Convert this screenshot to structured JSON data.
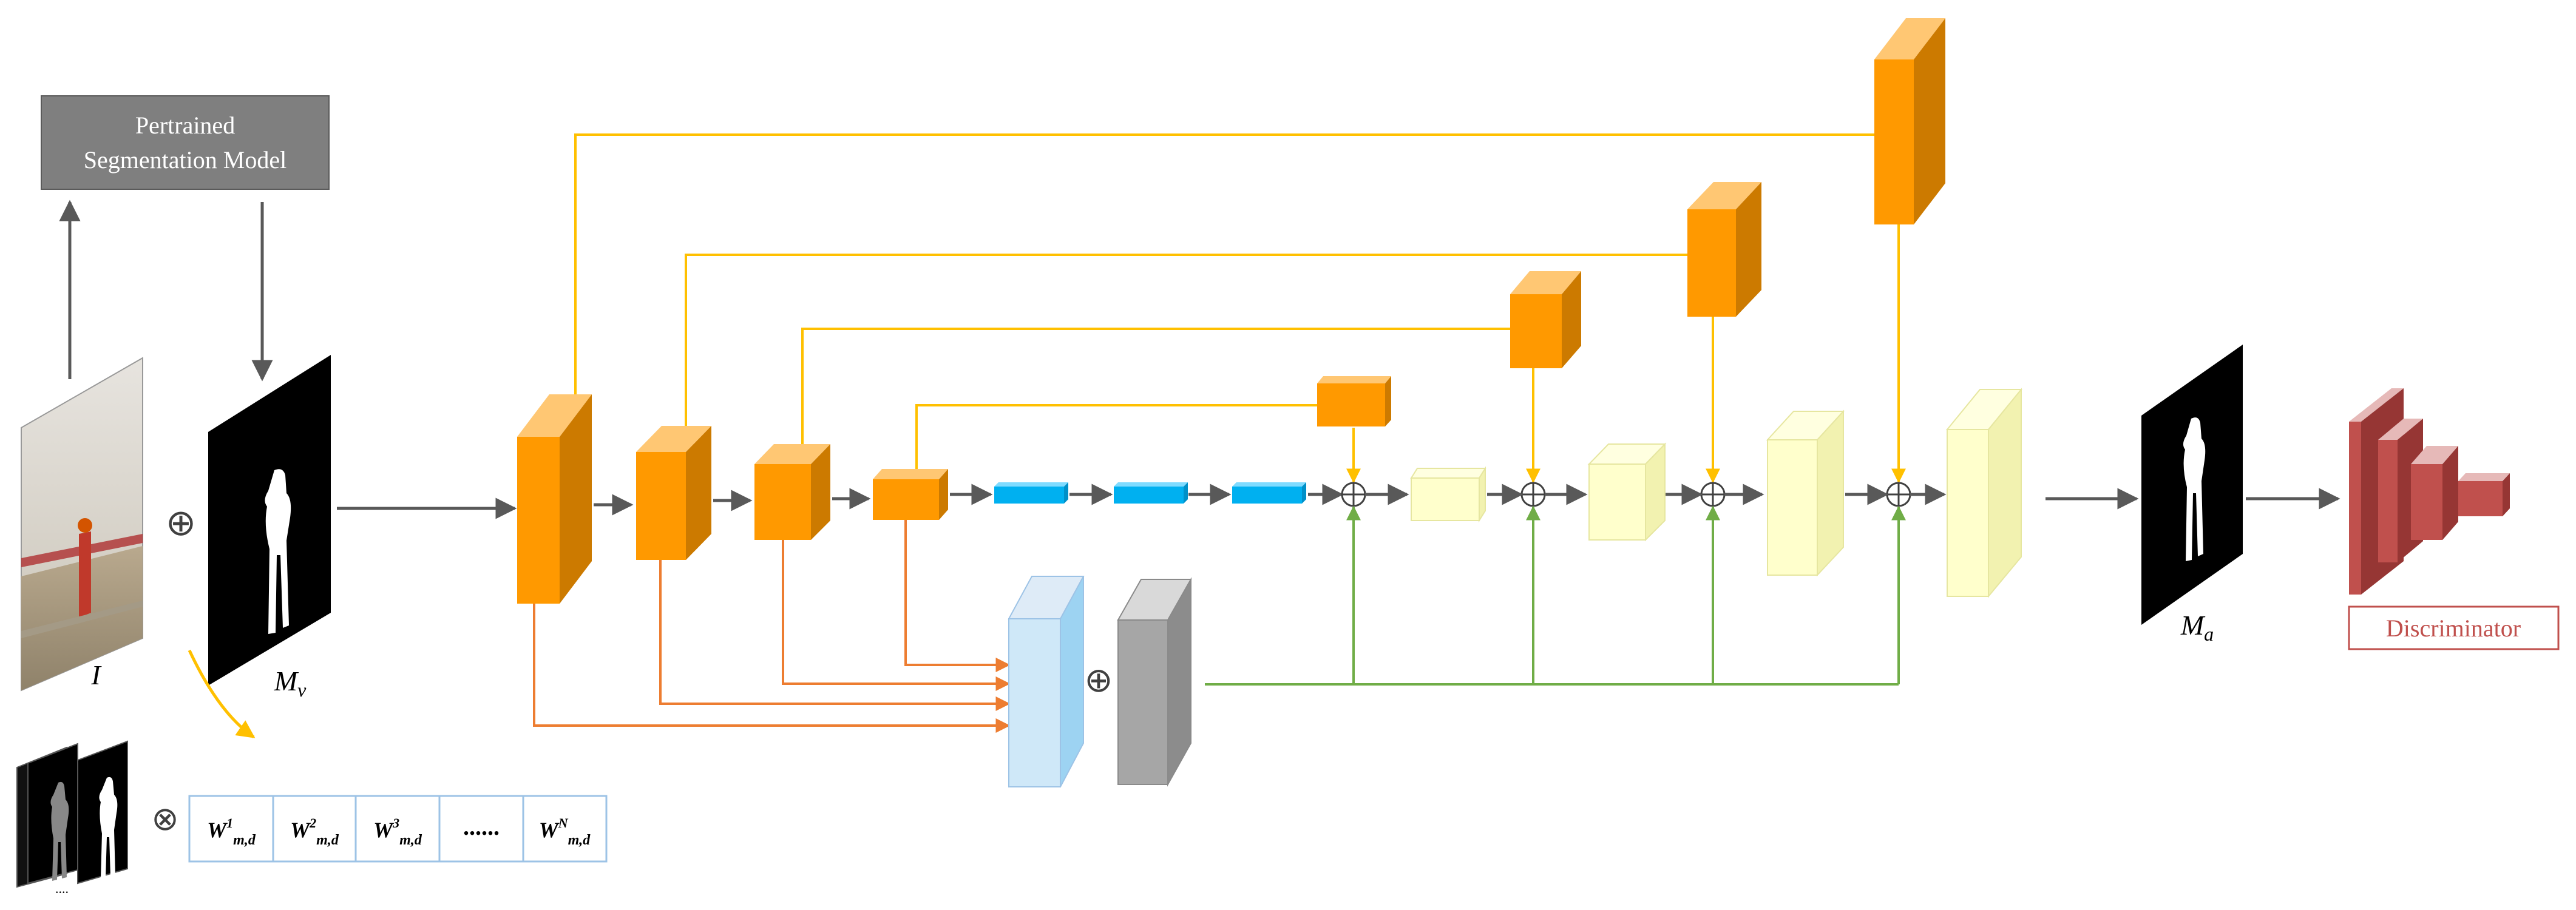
{
  "segmentation_box": {
    "line1": "Pertrained",
    "line2": "Segmentation Model"
  },
  "labels": {
    "input_image": "I",
    "visible_mask_main": "M",
    "visible_mask_sub": "v",
    "amodal_mask_main": "M",
    "amodal_mask_sub": "a",
    "discriminator": "Discriminator",
    "dots": "......",
    "tiny_dots": "...."
  },
  "operators": {
    "concat": "⊕",
    "multiply": "⊗"
  },
  "weights": [
    {
      "base": "W",
      "sup": "1",
      "sub": "m,d"
    },
    {
      "base": "W",
      "sup": "2",
      "sub": "m,d"
    },
    {
      "base": "W",
      "sup": "3",
      "sub": "m,d"
    },
    {
      "base": "W",
      "sup": "N",
      "sub": "m,d"
    }
  ],
  "colors": {
    "encoder_orange": "#FF9900",
    "skip_yellow": "#FFC000",
    "mask_arrow_orange": "#ED7D31",
    "bottleneck_cyan": "#00B0F0",
    "decoder_yellow": "#FFFFCC",
    "green_link": "#70AD47",
    "light_blue_block": "#BDD7EE",
    "gray_block": "#A6A6A6",
    "discriminator_red": "#C0504D",
    "segmentation_box": "#7F7F7F"
  }
}
